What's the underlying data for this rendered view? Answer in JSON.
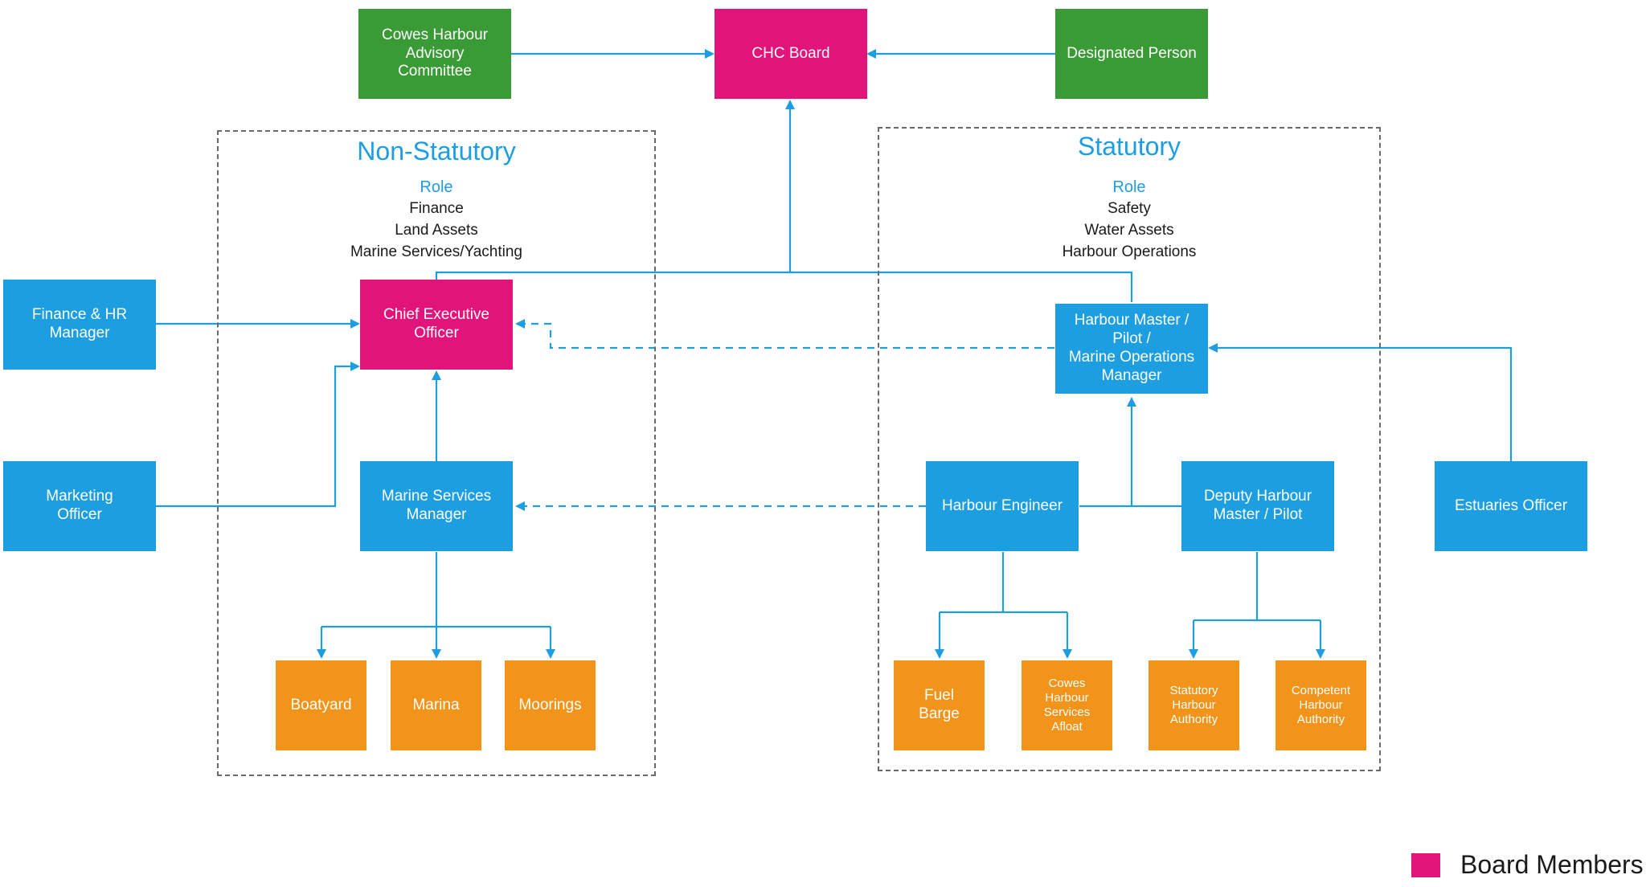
{
  "colors": {
    "advisory": "#3a9a35",
    "board": "#e2137a",
    "staff": "#1c9ee0",
    "operations": "#f2941a",
    "connector": "#1c9ee0",
    "group_border": "#6a6a6a"
  },
  "nodes": {
    "advisory_committee": "Cowes Harbour\nAdvisory\nCommittee",
    "chc_board": "CHC Board",
    "designated_person": "Designated Person",
    "ceo": "Chief Executive\nOfficer",
    "finance_hr": "Finance & HR\nManager",
    "marketing": "Marketing\nOfficer",
    "marine_services": "Marine Services\nManager",
    "boatyard": "Boatyard",
    "marina": "Marina",
    "moorings": "Moorings",
    "harbour_master": "Harbour Master /\nPilot /\nMarine Operations\nManager",
    "harbour_engineer": "Harbour Engineer",
    "deputy_harbour_master": "Deputy Harbour\nMaster / Pilot",
    "estuaries_officer": "Estuaries Officer",
    "fuel_barge": "Fuel\nBarge",
    "services_afloat": "Cowes\nHarbour\nServices\nAfloat",
    "statutory_authority": "Statutory\nHarbour\nAuthority",
    "competent_authority": "Competent\nHarbour\nAuthority"
  },
  "groups": {
    "non_statutory": {
      "title": "Non-Statutory",
      "role_label": "Role",
      "roles": [
        "Finance",
        "Land Assets",
        "Marine Services/Yachting"
      ]
    },
    "statutory": {
      "title": "Statutory",
      "role_label": "Role",
      "roles": [
        "Safety",
        "Water Assets",
        "Harbour Operations"
      ]
    }
  },
  "legend": {
    "label": "Board Members"
  }
}
